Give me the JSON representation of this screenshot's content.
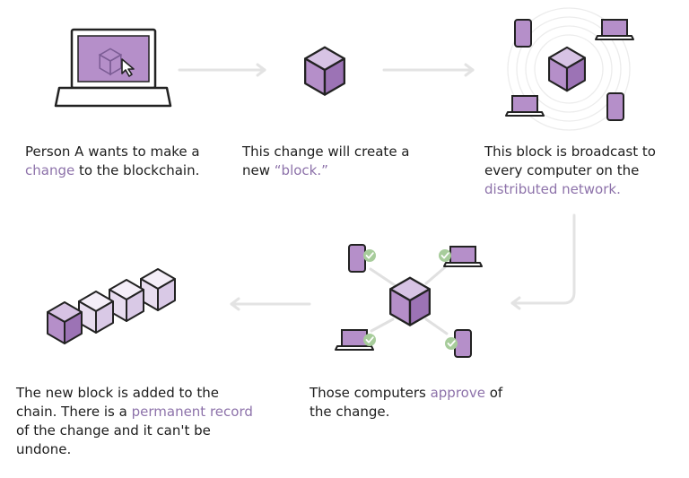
{
  "colors": {
    "fill_purple": "#b58fc9",
    "fill_light": "#efe6f4",
    "outline": "#222222",
    "arrow": "#e3e3e3",
    "check": "#a7cc9b",
    "accent_text": "#8d72aa"
  },
  "steps": [
    {
      "pre": "Person A wants to make a ",
      "hl": "change",
      "post": " to the blockchain."
    },
    {
      "pre": "This change will create a new ",
      "hl": "“block.”",
      "post": ""
    },
    {
      "pre": "This block is broadcast to every computer on the ",
      "hl": "distributed network.",
      "post": ""
    },
    {
      "pre": "Those computers ",
      "hl": "approve",
      "post": " of the change."
    },
    {
      "pre": "The new block is added to the chain. There is a ",
      "hl": "permanent record",
      "post": " of the change and it can't be undone."
    }
  ],
  "icons": {
    "laptop": "laptop-icon",
    "cursor": "cursor-icon",
    "block": "block-cube-icon",
    "phone": "phone-icon",
    "check": "check-icon"
  }
}
